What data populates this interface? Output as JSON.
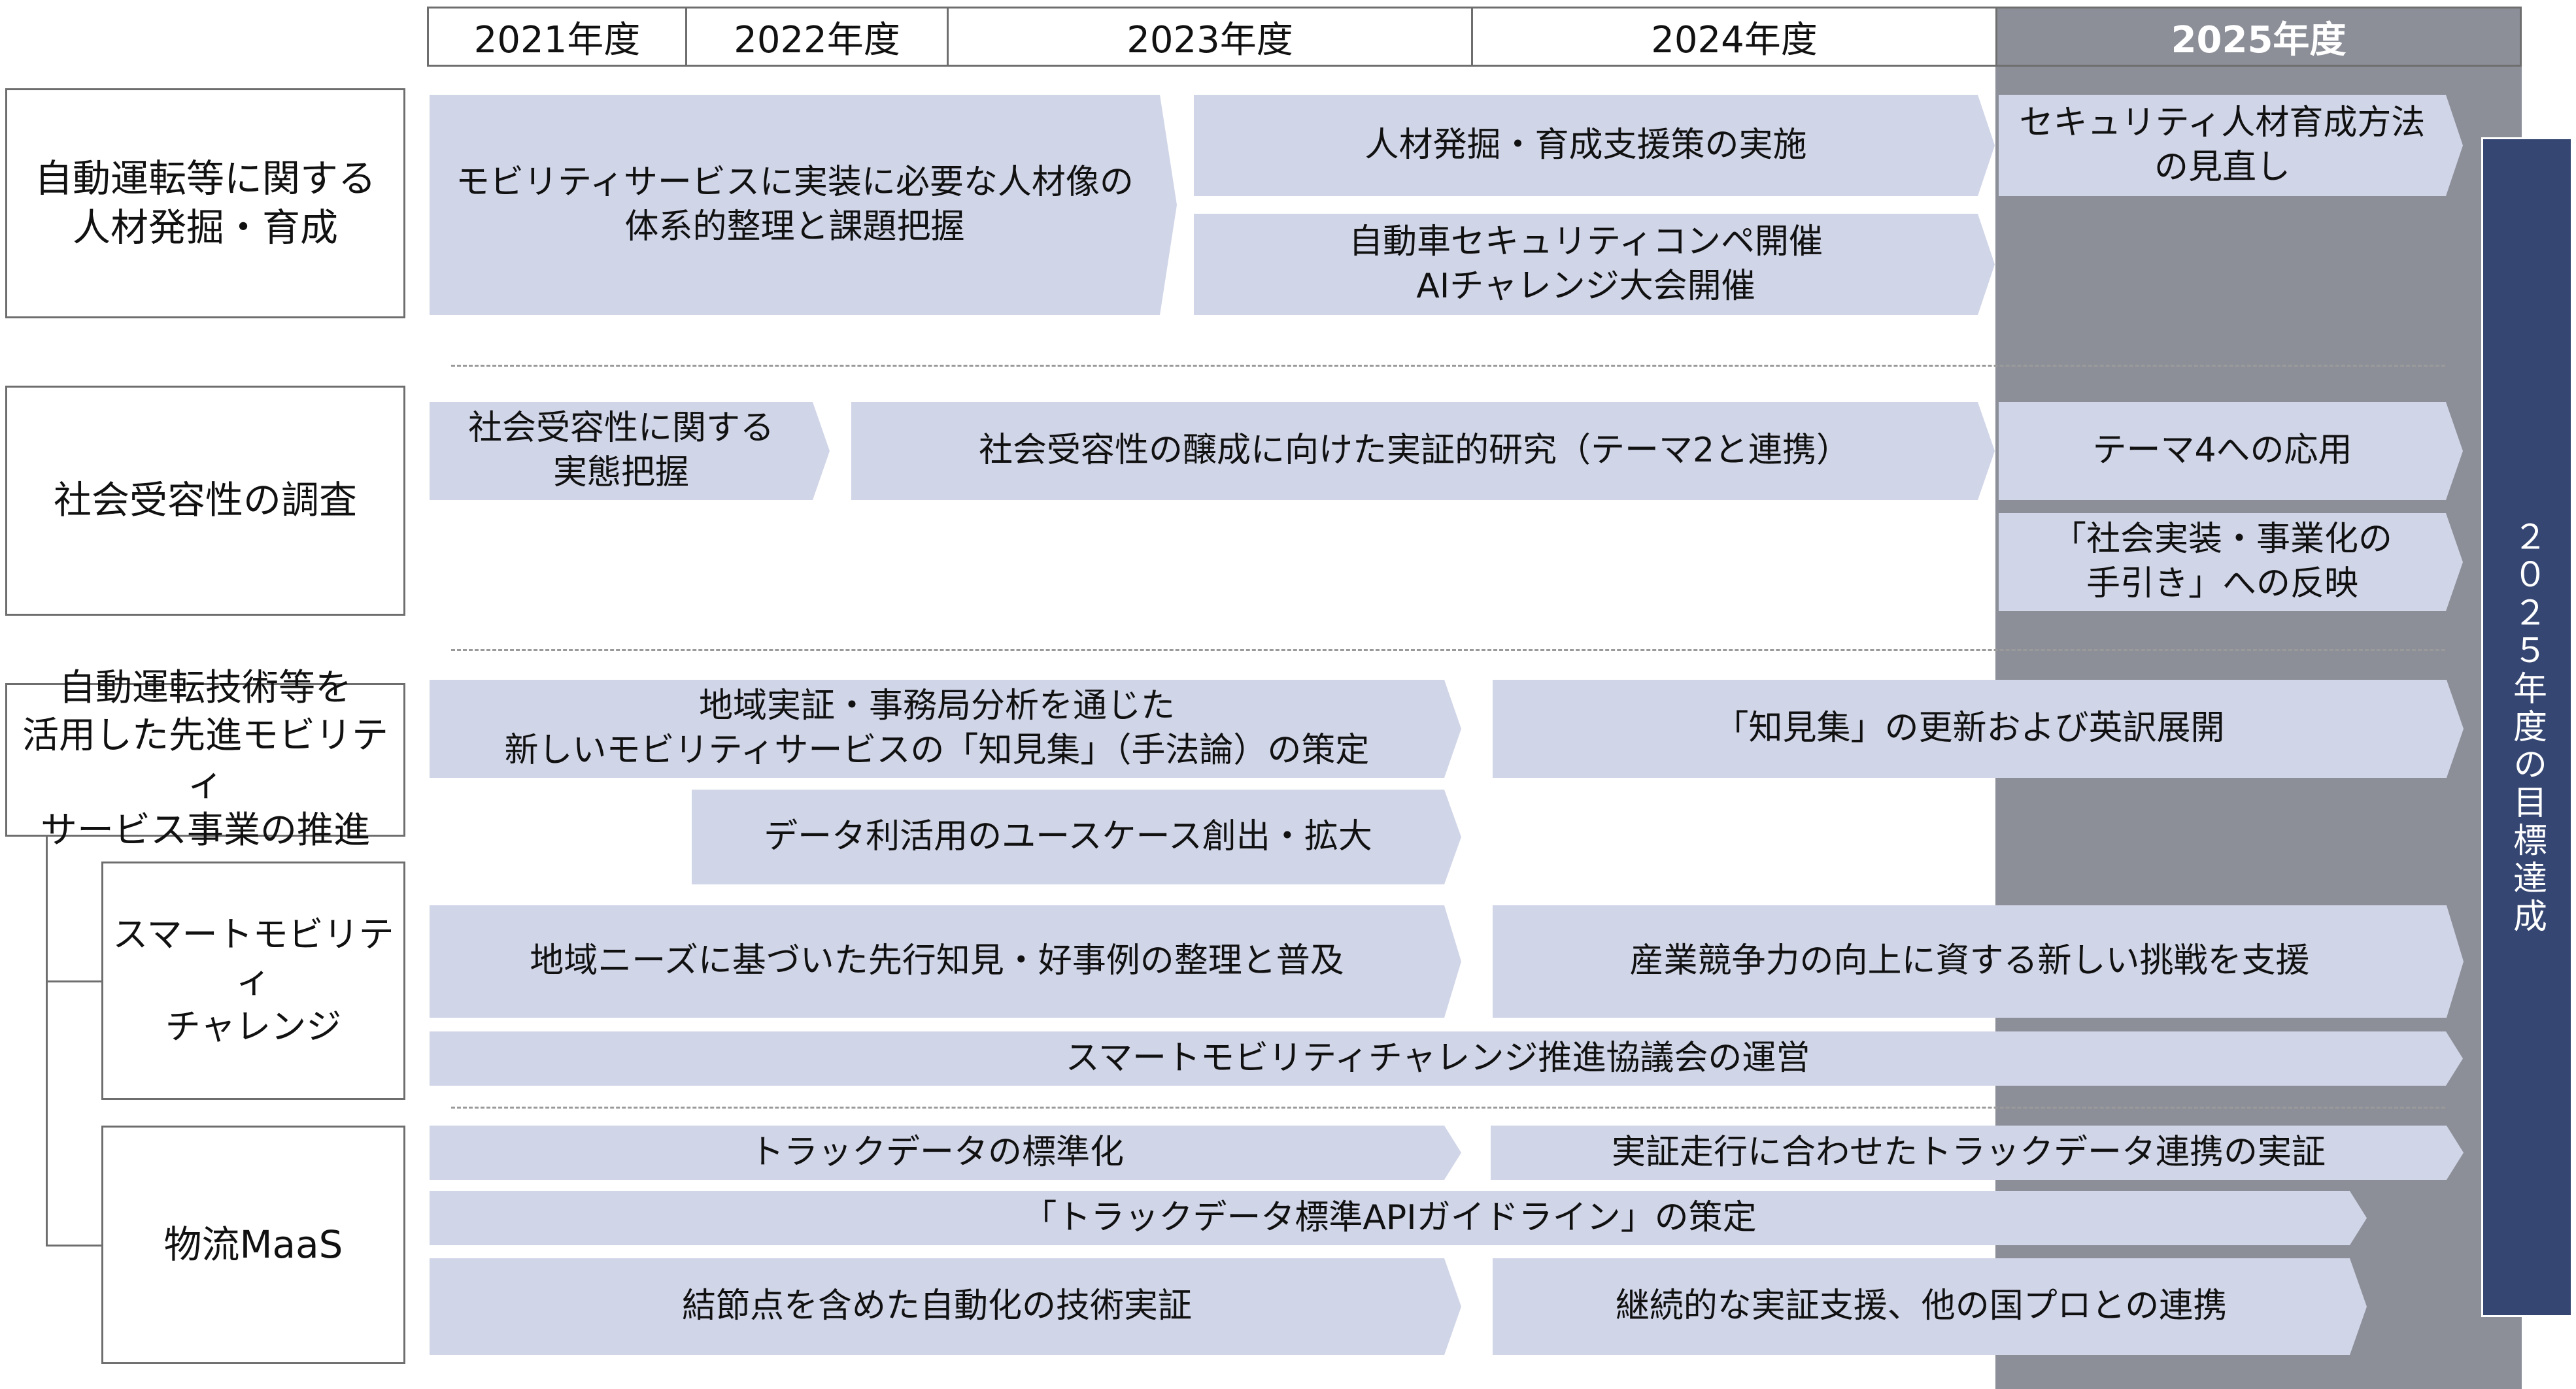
{
  "years": [
    "2021年度",
    "2022年度",
    "2023年度",
    "2024年度",
    "2025年度"
  ],
  "categories": {
    "jinzai": "自動運転等に関する\n人材発掘・育成",
    "shakai": "社会受容性の調査",
    "senshin": "自動運転技術等を\n活用した先進モビリティ\nサービス事業の推進",
    "smart": "スマートモビリティ\nチャレンジ",
    "butsuryu": "物流MaaS"
  },
  "bars": {
    "jinzai_1": "モビリティサービスに実装に必要な人材像の\n体系的整理と課題把握",
    "jinzai_2": "人材発掘・育成支援策の実施",
    "jinzai_3": "自動車セキュリティコンペ開催\nAIチャレンジ大会開催",
    "jinzai_4": "セキュリティ人材育成方法\nの見直し",
    "shakai_1": "社会受容性に関する\n実態把握",
    "shakai_2": "社会受容性の醸成に向けた実証的研究（テーマ2と連携）",
    "shakai_3": "テーマ4への応用",
    "shakai_4": "「社会実装・事業化の\n手引き」への反映",
    "senshin_1": "地域実証・事務局分析を通じた\n新しいモビリティサービスの「知見集」（手法論）の策定",
    "senshin_2": "「知見集」の更新および英訳展開",
    "senshin_3": "データ利活用のユースケース創出・拡大",
    "smart_1": "地域ニーズに基づいた先行知見・好事例の整理と普及",
    "smart_2": "産業競争力の向上に資する新しい挑戦を支援",
    "smart_3": "スマートモビリティチャレンジ推進協議会の運営",
    "butsuryu_1": "トラックデータの標準化",
    "butsuryu_2": "実証走行に合わせたトラックデータ連携の実証",
    "butsuryu_3": "「トラックデータ標準APIガイドライン」の策定",
    "butsuryu_4": "結節点を含めた自動化の技術実証",
    "butsuryu_5": "継続的な実証支援、他の国プロとの連携"
  },
  "goal": "２０２５年度の目標達成",
  "colors": {
    "bar": "#d0d5e8",
    "column_2025": "#8c8f98",
    "goal": "#354672"
  }
}
